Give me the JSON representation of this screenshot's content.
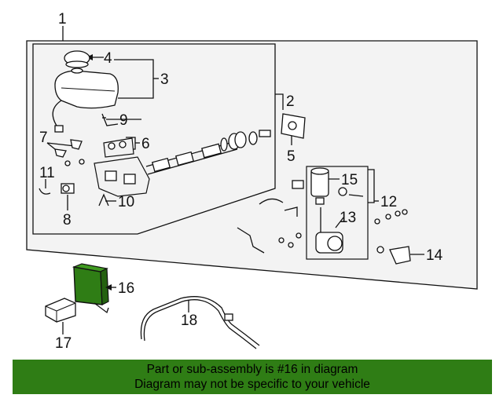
{
  "diagram": {
    "callouts": [
      {
        "id": "1",
        "label": "1"
      },
      {
        "id": "2",
        "label": "2"
      },
      {
        "id": "3",
        "label": "3"
      },
      {
        "id": "4",
        "label": "4"
      },
      {
        "id": "5",
        "label": "5"
      },
      {
        "id": "6",
        "label": "6"
      },
      {
        "id": "7",
        "label": "7"
      },
      {
        "id": "8",
        "label": "8"
      },
      {
        "id": "9",
        "label": "9"
      },
      {
        "id": "10",
        "label": "10"
      },
      {
        "id": "11",
        "label": "11"
      },
      {
        "id": "12",
        "label": "12"
      },
      {
        "id": "13",
        "label": "13"
      },
      {
        "id": "14",
        "label": "14"
      },
      {
        "id": "15",
        "label": "15"
      },
      {
        "id": "16",
        "label": "16"
      },
      {
        "id": "17",
        "label": "17"
      },
      {
        "id": "18",
        "label": "18"
      }
    ],
    "highlight_part": "16",
    "highlight_color": "#2f7d15"
  },
  "banner": {
    "line1": "Part or sub-assembly is #16 in diagram",
    "line2": "Diagram may not be specific to your vehicle",
    "background": "#2f7d15"
  }
}
